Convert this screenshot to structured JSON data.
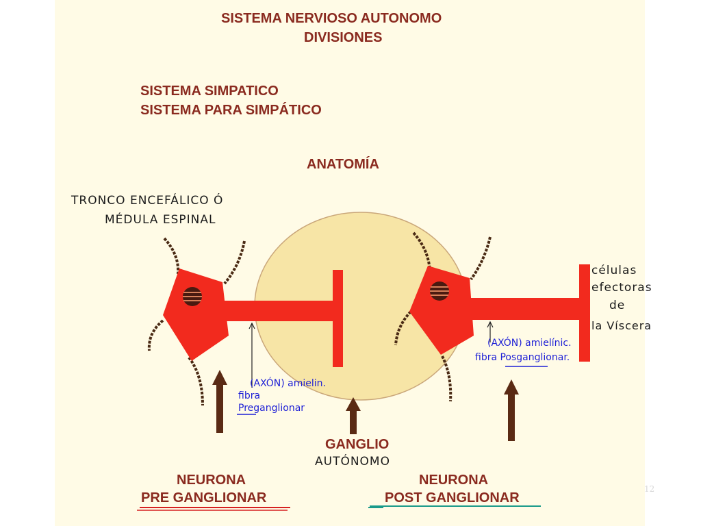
{
  "title": {
    "line1": "SISTEMA NERVIOSO AUTONOMO",
    "line2": "DIVISIONES"
  },
  "subtitles": {
    "line1": "SISTEMA SIMPATICO",
    "line2": "SISTEMA PARA SIMPÁTICO"
  },
  "section": "ANATOMÍA",
  "labels": {
    "tronco_line1": "TRONCO ENCEFÁLICO Ó",
    "tronco_line2": "MÉDULA ESPINAL",
    "celulas_line1": "células",
    "celulas_line2": "efectoras",
    "celulas_line3": "de",
    "celulas_line4": "la Víscera",
    "pre_fiber_line1": "(AXÓN) amielin.",
    "pre_fiber_line2": "fibra",
    "pre_fiber_line3": "Preganglionar",
    "post_fiber_line1": "(AXÓN) amielínic.",
    "post_fiber_line2": "fibra Posganglionar.",
    "ganglio_line1": "GANGLIO",
    "ganglio_line2": "AUTÓNOMO",
    "neurona_pre_line1": "NEURONA",
    "neurona_pre_line2": "PRE GANGLIONAR",
    "neurona_post_line1": "NEURONA",
    "neurona_post_line2": "POST GANGLIONAR"
  },
  "page_number": "12",
  "colors": {
    "background": "#fffbe6",
    "ganglion": "#f7e5a6",
    "neuron": "#f22a1e",
    "heading": "#8a2a1f",
    "handwriting_blue": "#1d1fd6",
    "arrow": "#5a2a14"
  },
  "icons": [
    "up-arrow-icon",
    "nucleus-icon"
  ]
}
